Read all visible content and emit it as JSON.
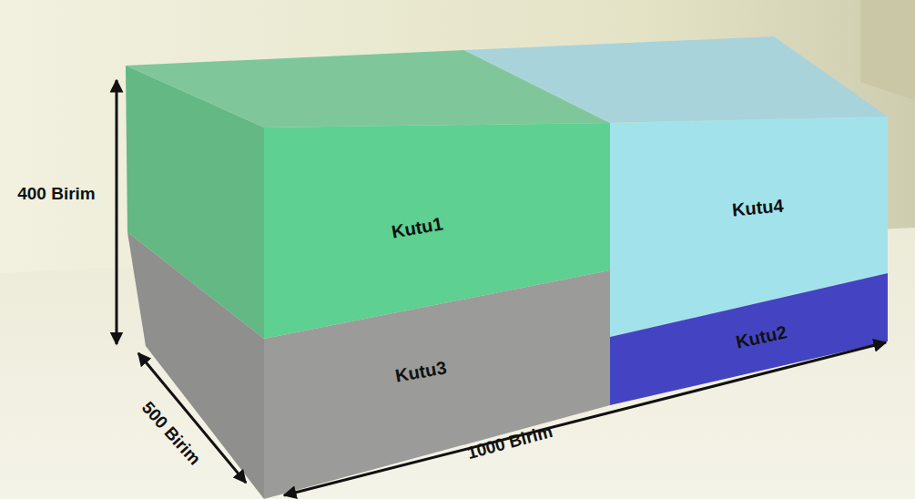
{
  "diagram": {
    "nodes": [
      {
        "text": [
          "Kutu1"
        ]
      },
      {
        "text": [
          "Kutu4"
        ]
      },
      {
        "text": [
          "Kutu3"
        ]
      },
      {
        "text": [
          "Kutu2"
        ]
      }
    ],
    "labels": [
      "400 Birim",
      "500 Birim",
      "1000 Birim"
    ]
  }
}
